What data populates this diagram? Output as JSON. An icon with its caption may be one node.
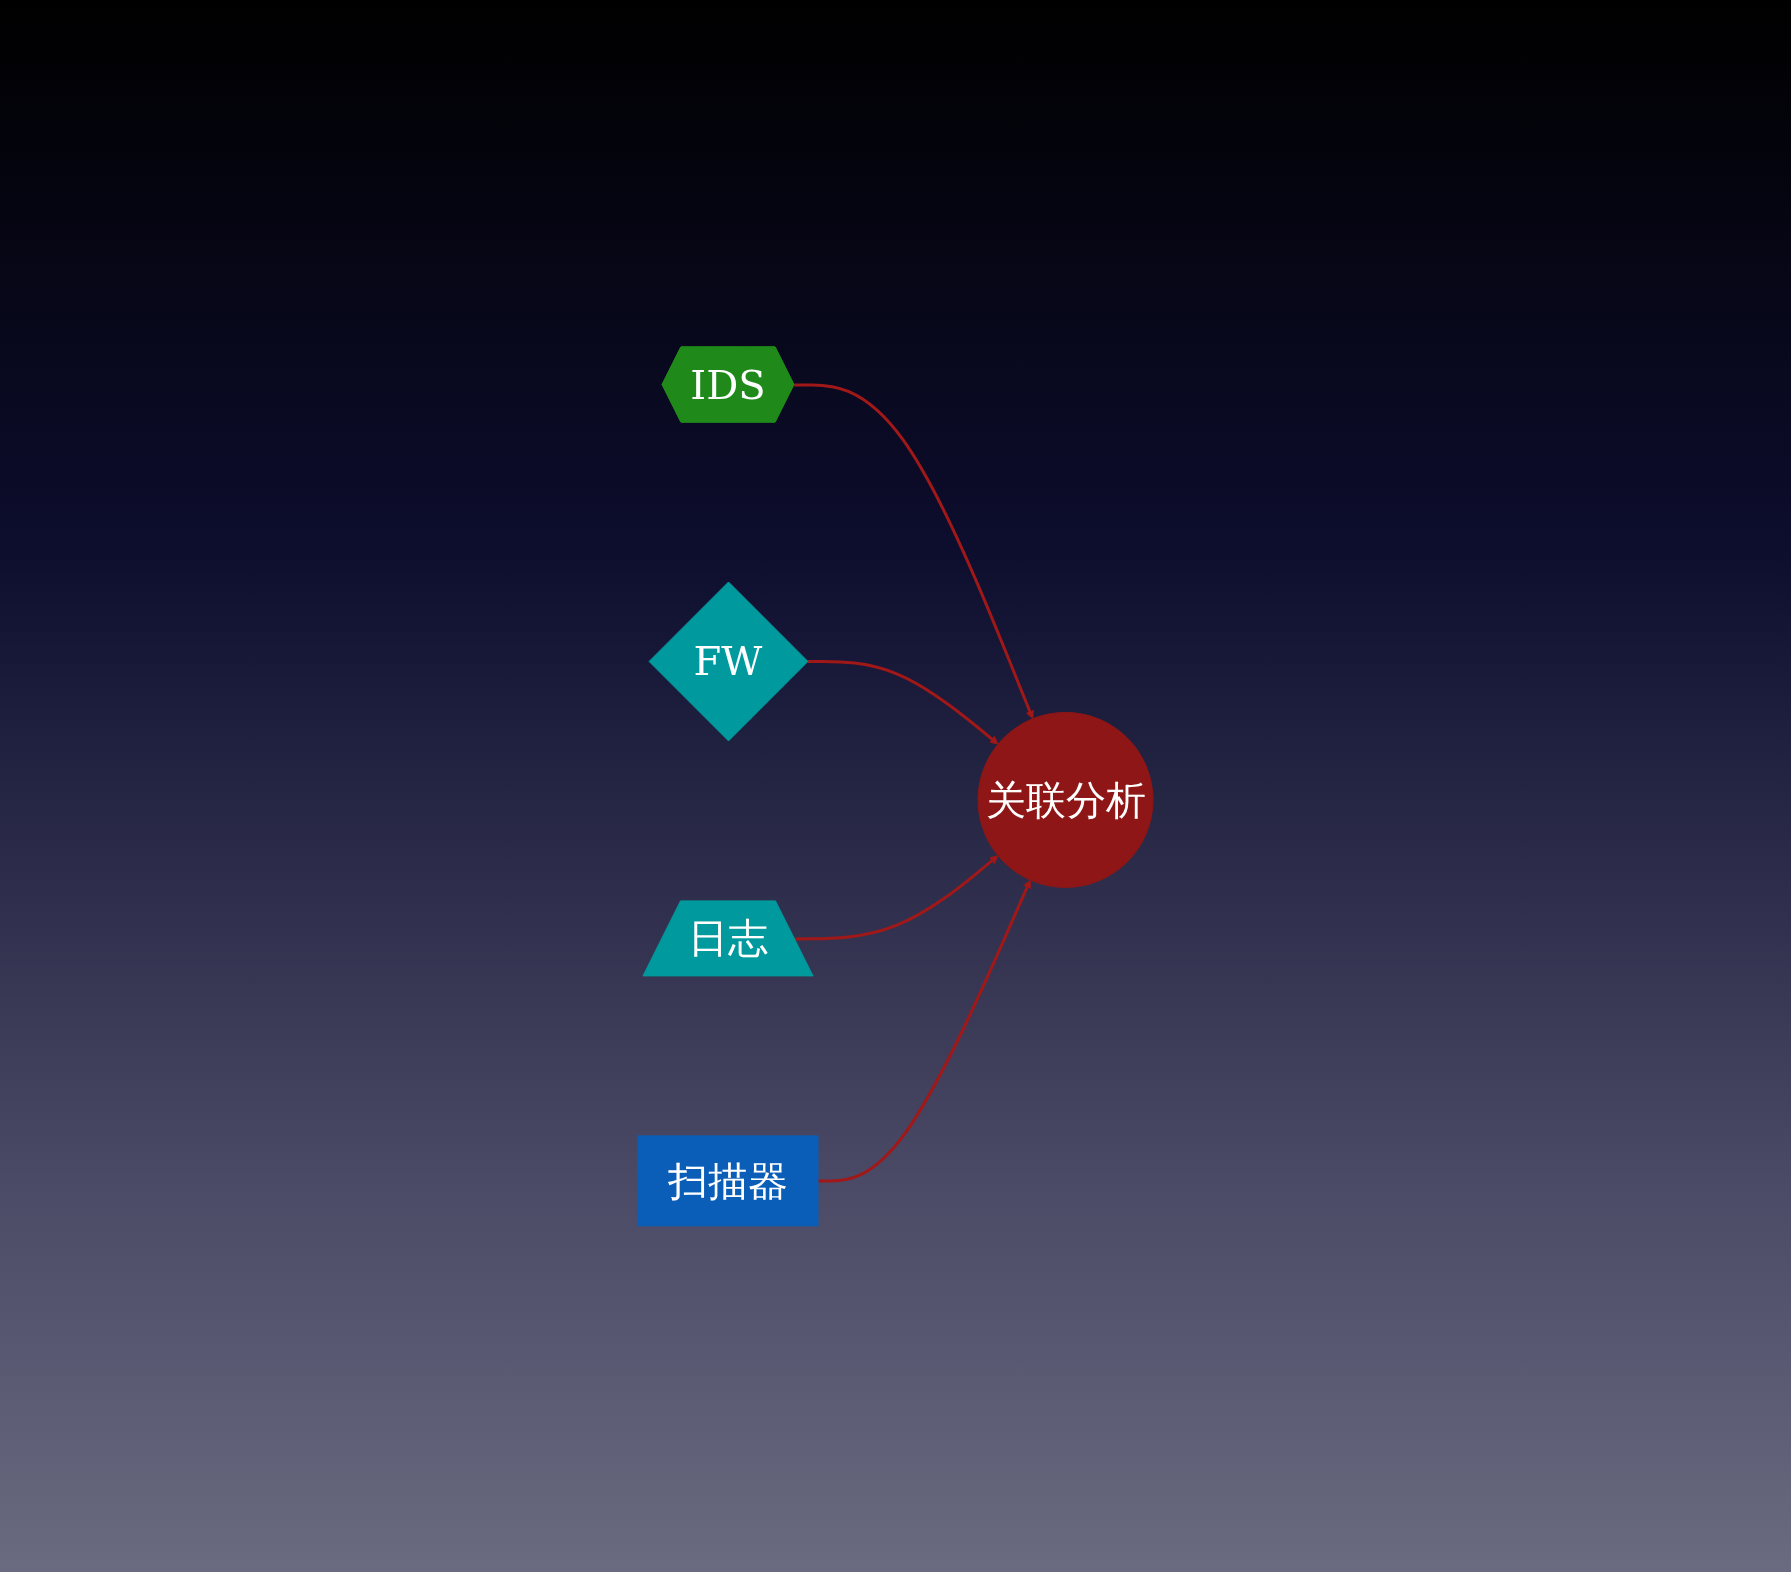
{
  "diagram": {
    "nodes": [
      {
        "text": [
          "IDS"
        ]
      },
      {
        "text": [
          "FW"
        ]
      },
      {
        "text": [
          "关联分析"
        ]
      },
      {
        "text": [
          "日志"
        ]
      },
      {
        "text": [
          "扫描器"
        ]
      }
    ],
    "edges": [
      {
        "from": 0,
        "to": 2,
        "arrow": "to"
      },
      {
        "from": 1,
        "to": 2,
        "arrow": "to"
      },
      {
        "from": 3,
        "to": 2,
        "arrow": "to"
      },
      {
        "from": 4,
        "to": 2,
        "arrow": "to"
      }
    ]
  }
}
